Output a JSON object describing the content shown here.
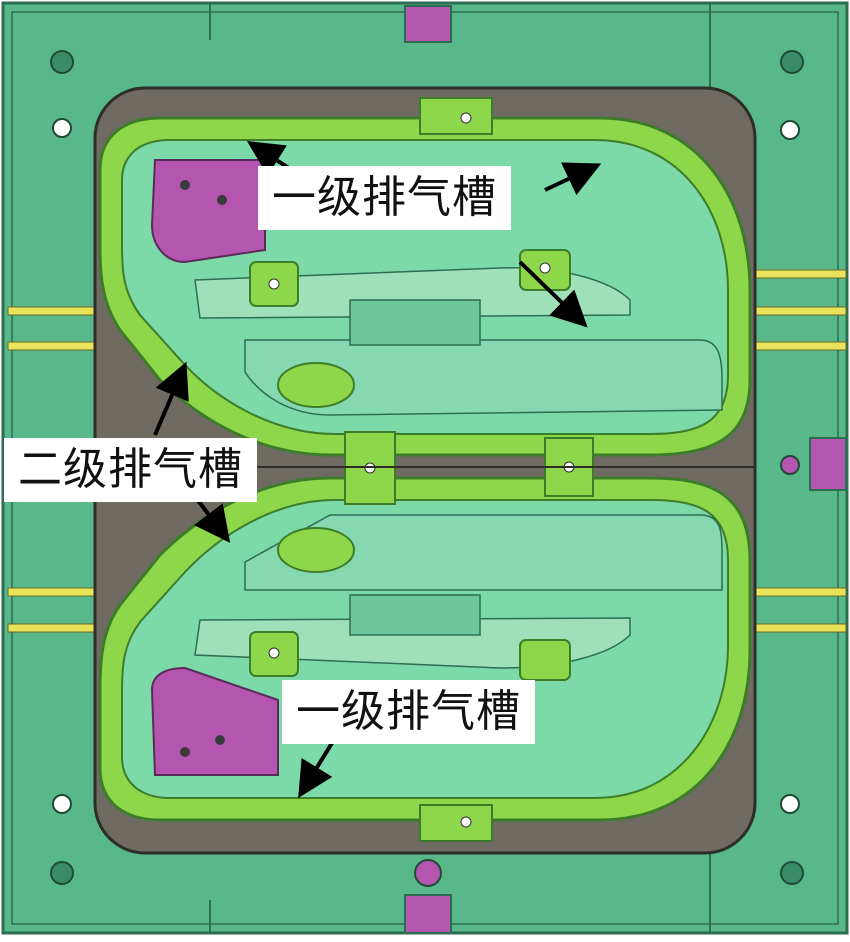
{
  "labels": {
    "primary_vent_top": "一级排气槽",
    "secondary_vent": "二级排气槽",
    "primary_vent_bottom": "一级排气槽"
  },
  "colors": {
    "plate": "#58b88a",
    "plate_edge": "#2d6e52",
    "cavity": "#6f6a62",
    "rim": "#8ed64a",
    "rim_dark": "#5aa33a",
    "surface": "#7cd9a8",
    "magenta": "#b455b0",
    "yellow": "#e9e35a",
    "arrow": "#000000"
  }
}
